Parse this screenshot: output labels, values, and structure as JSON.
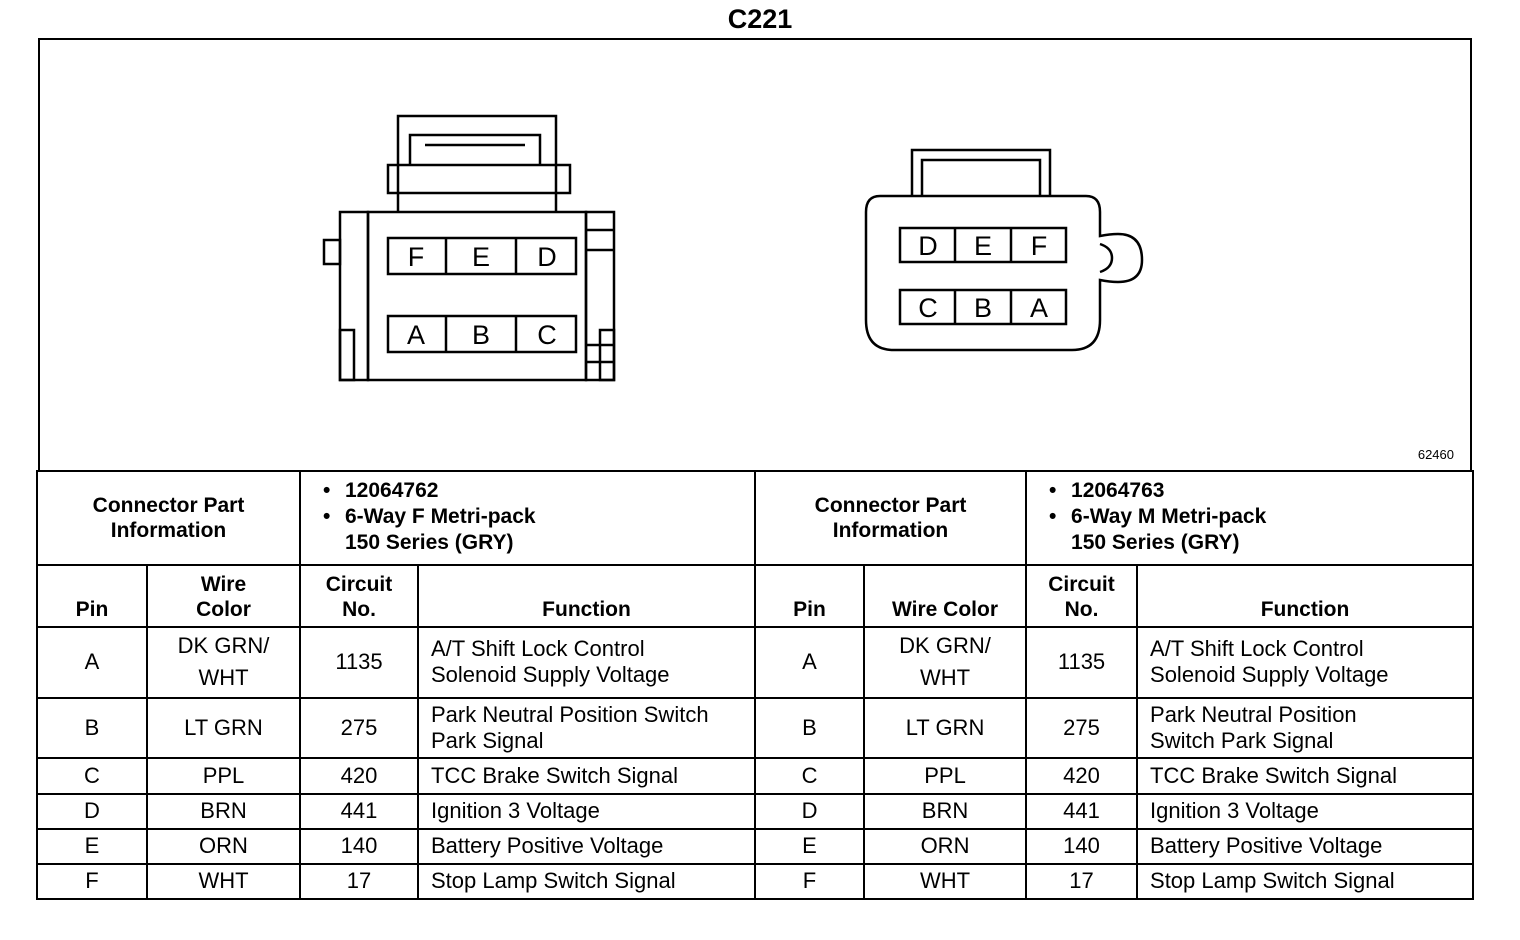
{
  "title": "C221",
  "figure_id": "62460",
  "connector_left": {
    "pins_top": [
      "F",
      "E",
      "D"
    ],
    "pins_bottom": [
      "A",
      "B",
      "C"
    ]
  },
  "connector_right": {
    "pins_top": [
      "D",
      "E",
      "F"
    ],
    "pins_bottom": [
      "C",
      "B",
      "A"
    ]
  },
  "left_table": {
    "info_label_1": "Connector Part",
    "info_label_2": "Information",
    "part_number": "12064762",
    "part_desc_1": "6-Way F Metri-pack",
    "part_desc_2": "150 Series (GRY)",
    "headers": {
      "pin": "Pin",
      "wire_1": "Wire",
      "wire_2": "Color",
      "circuit_1": "Circuit",
      "circuit_2": "No.",
      "function": "Function"
    },
    "rows": [
      {
        "pin": "A",
        "wire_1": "DK GRN/",
        "wire_2": "WHT",
        "circuit": "1135",
        "fn_1": "A/T Shift Lock Control",
        "fn_2": "Solenoid Supply Voltage"
      },
      {
        "pin": "B",
        "wire_1": "LT GRN",
        "wire_2": "",
        "circuit": "275",
        "fn_1": "Park Neutral Position Switch",
        "fn_2": "Park Signal"
      },
      {
        "pin": "C",
        "wire_1": "PPL",
        "wire_2": "",
        "circuit": "420",
        "fn_1": "TCC Brake Switch Signal",
        "fn_2": ""
      },
      {
        "pin": "D",
        "wire_1": "BRN",
        "wire_2": "",
        "circuit": "441",
        "fn_1": "Ignition 3 Voltage",
        "fn_2": ""
      },
      {
        "pin": "E",
        "wire_1": "ORN",
        "wire_2": "",
        "circuit": "140",
        "fn_1": "Battery Positive Voltage",
        "fn_2": ""
      },
      {
        "pin": "F",
        "wire_1": "WHT",
        "wire_2": "",
        "circuit": "17",
        "fn_1": "Stop Lamp Switch Signal",
        "fn_2": ""
      }
    ]
  },
  "right_table": {
    "info_label_1": "Connector Part",
    "info_label_2": "Information",
    "part_number": "12064763",
    "part_desc_1": "6-Way M Metri-pack",
    "part_desc_2": "150 Series (GRY)",
    "headers": {
      "pin": "Pin",
      "wire": "Wire Color",
      "circuit_1": "Circuit",
      "circuit_2": "No.",
      "function": "Function"
    },
    "rows": [
      {
        "pin": "A",
        "wire_1": "DK GRN/",
        "wire_2": "WHT",
        "circuit": "1135",
        "fn_1": "A/T Shift Lock Control",
        "fn_2": "Solenoid Supply Voltage"
      },
      {
        "pin": "B",
        "wire_1": "LT GRN",
        "wire_2": "",
        "circuit": "275",
        "fn_1": "Park Neutral Position",
        "fn_2": "Switch Park Signal"
      },
      {
        "pin": "C",
        "wire_1": "PPL",
        "wire_2": "",
        "circuit": "420",
        "fn_1": "TCC Brake Switch Signal",
        "fn_2": ""
      },
      {
        "pin": "D",
        "wire_1": "BRN",
        "wire_2": "",
        "circuit": "441",
        "fn_1": "Ignition 3 Voltage",
        "fn_2": ""
      },
      {
        "pin": "E",
        "wire_1": "ORN",
        "wire_2": "",
        "circuit": "140",
        "fn_1": "Battery Positive Voltage",
        "fn_2": ""
      },
      {
        "pin": "F",
        "wire_1": "WHT",
        "wire_2": "",
        "circuit": "17",
        "fn_1": "Stop Lamp Switch Signal",
        "fn_2": ""
      }
    ]
  }
}
